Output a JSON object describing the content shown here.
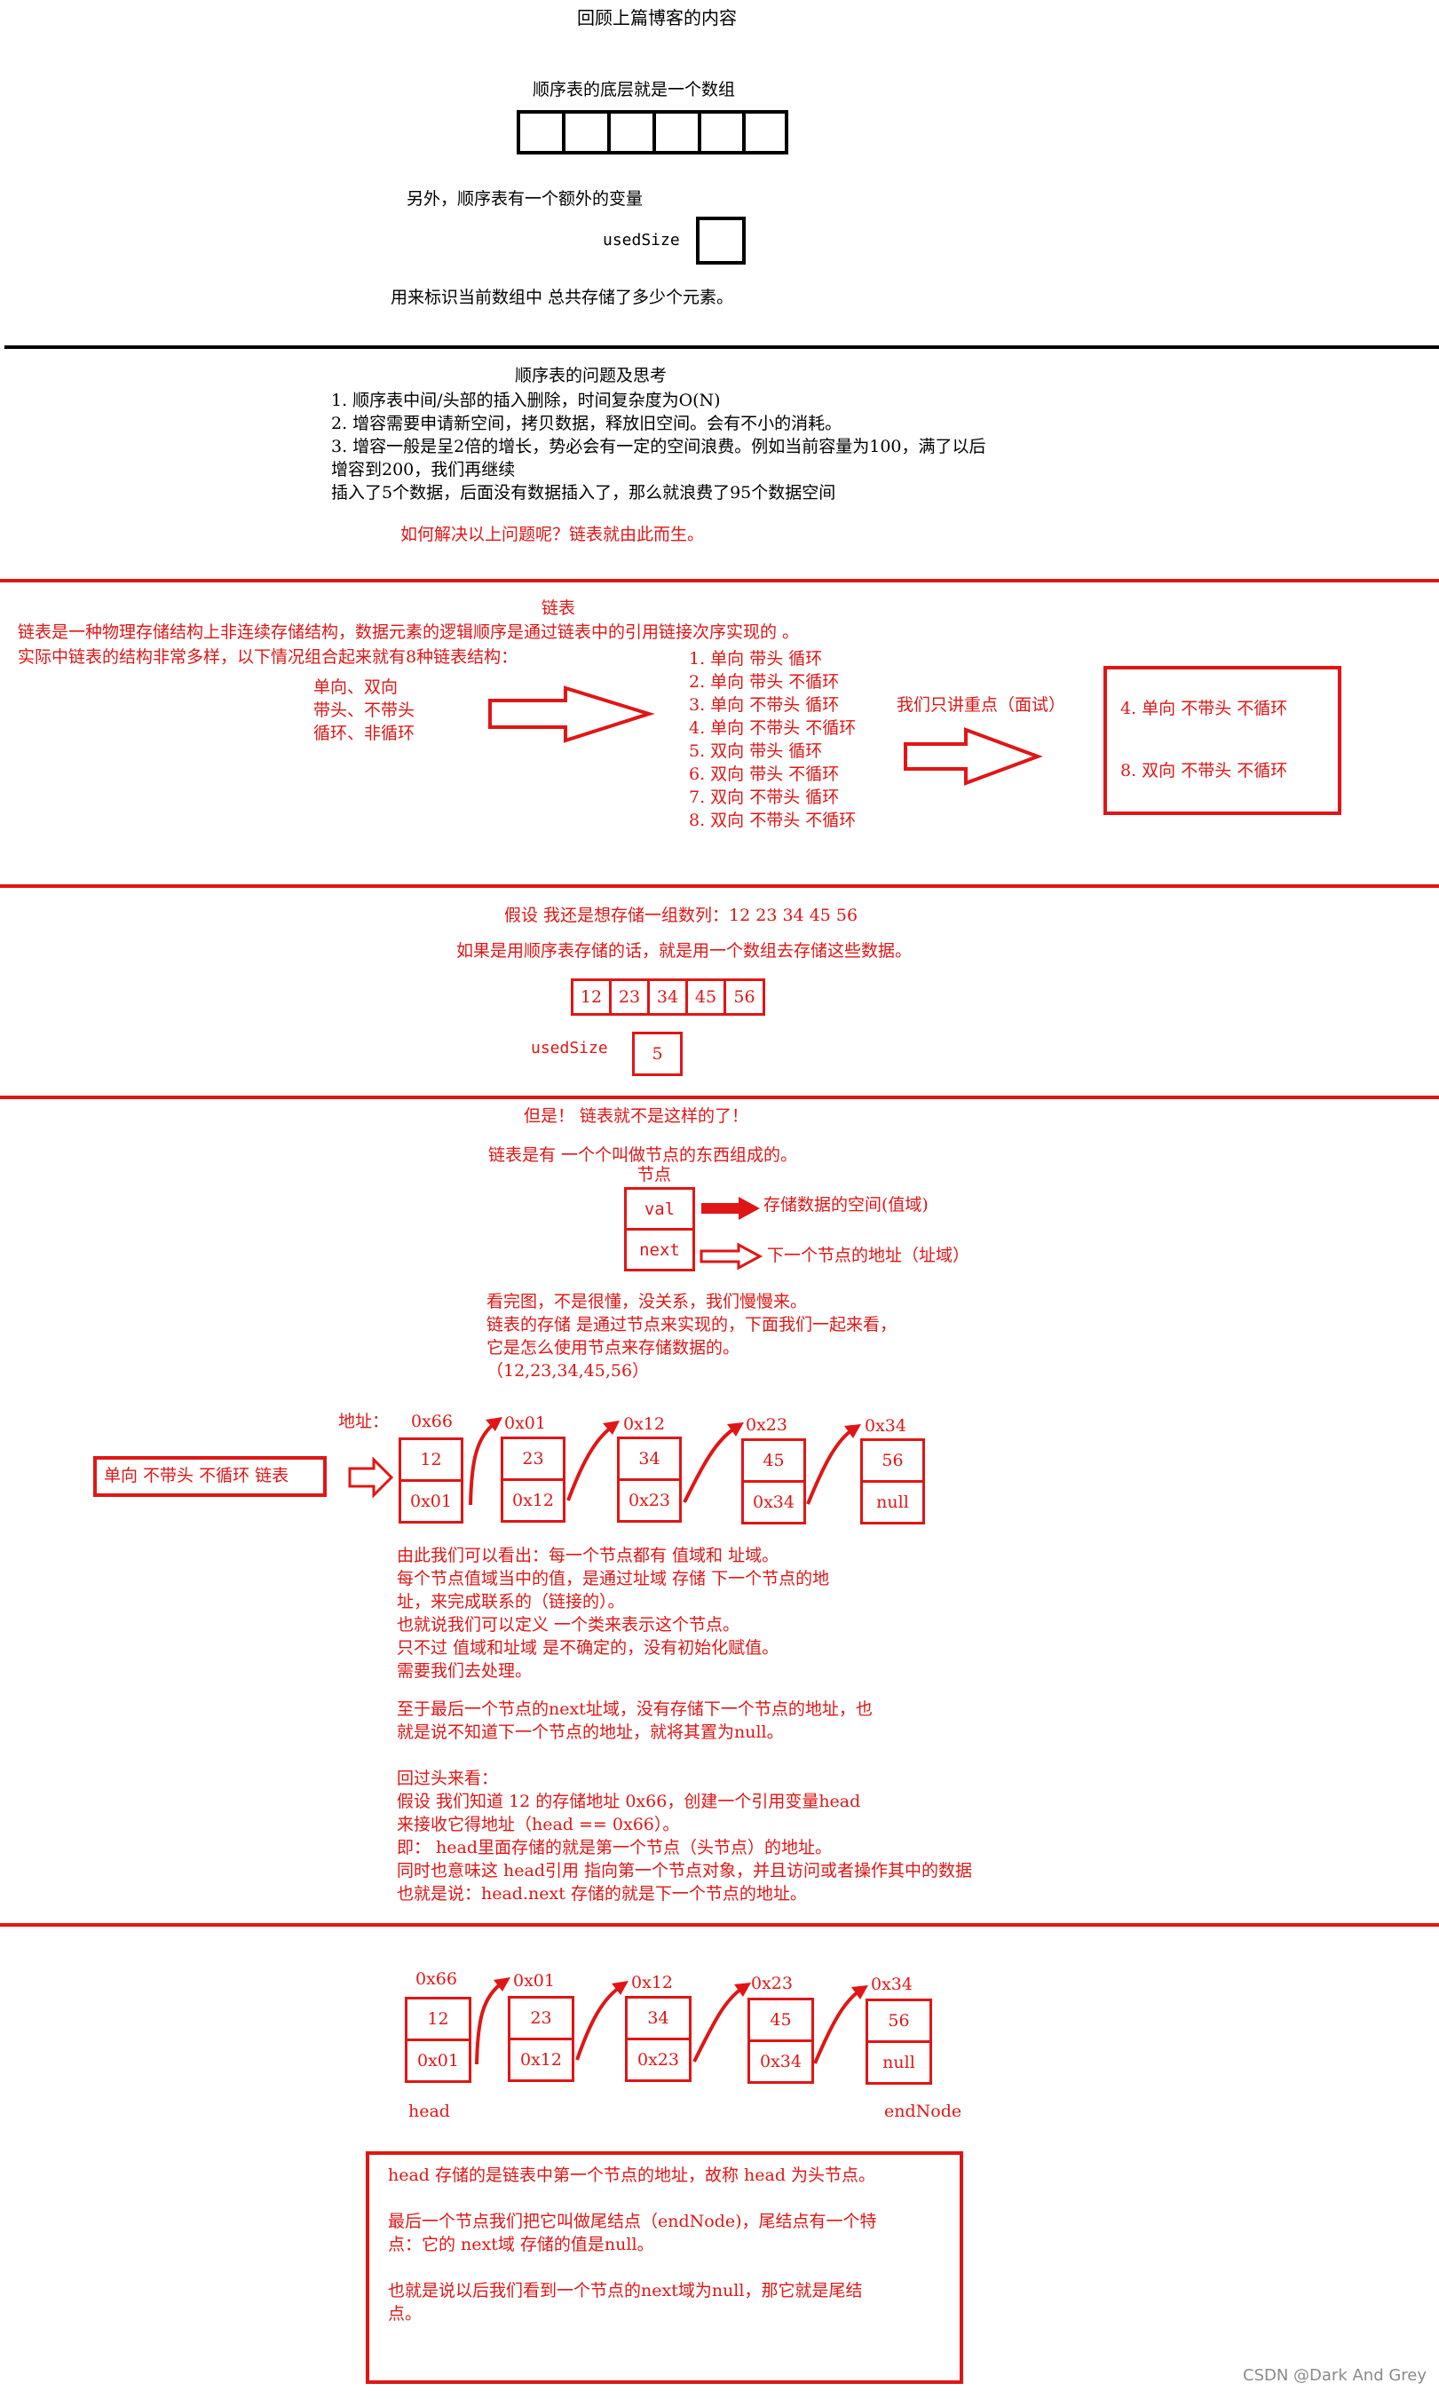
{
  "section1": {
    "title": "回顾上篇博客的内容",
    "array_caption": "顺序表的底层就是一个数组",
    "extra_var_text": "另外，顺序表有一个额外的变量",
    "used_size_label": "usedSize",
    "used_size_desc": "用来标识当前数组中 总共存储了多少个元素。"
  },
  "section2": {
    "title": "顺序表的问题及思考",
    "lines": [
      "1. 顺序表中间/头部的插入删除，时间复杂度为O(N)",
      "2. 增容需要申请新空间，拷贝数据，释放旧空间。会有不小的消耗。",
      "3. 增容一般是呈2倍的增长，势必会有一定的空间浪费。例如当前容量为100，满了以后",
      "增容到200，我们再继续",
      "插入了5个数据，后面没有数据插入了，那么就浪费了95个数据空间"
    ],
    "question": "如何解决以上问题呢？链表就由此而生。"
  },
  "section3": {
    "title": "链表",
    "def_line1": "链表是一种物理存储结构上非连续存储结构，数据元素的逻辑顺序是通过链表中的引用链接次序实现的 。",
    "def_line2": "实际中链表的结构非常多样，以下情况组合起来就有8种链表结构：",
    "combos": [
      "单向、双向",
      "带头、不带头",
      "循环、非循环"
    ],
    "types": [
      "1. 单向 带头 循环",
      "2. 单向 带头 不循环",
      "3. 单向 不带头 循环",
      "4. 单向 不带头 不循环",
      "5. 双向 带头 循环",
      "6. 双向 带头 不循环",
      "7. 双向 不带头 循环",
      "8. 双向 不带头 不循环"
    ],
    "focus_note": "我们只讲重点（面试）",
    "focus_items": [
      "4. 单向 不带头 不循环",
      "8. 双向 不带头 不循环"
    ]
  },
  "section4": {
    "assume": "假设 我还是想存储一组数列：12 23 34 45 56",
    "if_array": "如果是用顺序表存储的话，就是用一个数组去存储这些数据。",
    "array_values": [
      "12",
      "23",
      "34",
      "45",
      "56"
    ],
    "used_size_label": "usedSize",
    "used_size_value": "5"
  },
  "section5": {
    "but": "但是！ 链表就不是这样的了！",
    "composed": "链表是有 一个个叫做节点的东西组成的。",
    "node_label": "节点",
    "node_val": "val",
    "node_next": "next",
    "val_desc": "存储数据的空间(值域)",
    "next_desc": "下一个节点的地址（址域）",
    "explain": [
      "看完图，不是很懂，没关系，我们慢慢来。",
      "链表的存储 是通过节点来实现的，下面我们一起来看，",
      "它是怎么使用节点来存储数据的。",
      "（12,23,34,45,56）"
    ],
    "addr_label": "地址：",
    "list_label": "单向 不带头 不循环 链表",
    "nodes": [
      {
        "addr": "0x66",
        "val": "12",
        "next": "0x01"
      },
      {
        "addr": "0x01",
        "val": "23",
        "next": "0x12"
      },
      {
        "addr": "0x12",
        "val": "34",
        "next": "0x23"
      },
      {
        "addr": "0x23",
        "val": "45",
        "next": "0x34"
      },
      {
        "addr": "0x34",
        "val": "56",
        "next": "null"
      }
    ],
    "para1": [
      "由此我们可以看出：每一个节点都有 值域和 址域。",
      "每个节点值域当中的值，是通过址域 存储 下一个节点的地",
      "址，来完成联系的（链接的）。",
      "也就说我们可以定义 一个类来表示这个节点。",
      "只不过 值域和址域 是不确定的，没有初始化赋值。",
      "需要我们去处理。"
    ],
    "para2": [
      "至于最后一个节点的next址域，没有存储下一个节点的地址，也",
      "就是说不知道下一个节点的地址，就将其置为null。"
    ],
    "para3": [
      "回过头来看：",
      "假设 我们知道 12 的存储地址 0x66，创建一个引用变量head",
      "来接收它得地址（head == 0x66）。",
      "即： head里面存储的就是第一个节点（头节点）的地址。",
      "同时也意味这 head引用 指向第一个节点对象，并且访问或者操作其中的数据",
      "也就是说：head.next 存储的就是下一个节点的地址。"
    ]
  },
  "section6": {
    "nodes": [
      {
        "addr": "0x66",
        "val": "12",
        "next": "0x01"
      },
      {
        "addr": "0x01",
        "val": "23",
        "next": "0x12"
      },
      {
        "addr": "0x12",
        "val": "34",
        "next": "0x23"
      },
      {
        "addr": "0x23",
        "val": "45",
        "next": "0x34"
      },
      {
        "addr": "0x34",
        "val": "56",
        "next": "null"
      }
    ],
    "head_label": "head",
    "end_label": "endNode",
    "summary": [
      "head 存储的是链表中第一个节点的地址，故称 head 为头节点。",
      "",
      "最后一个节点我们把它叫做尾结点（endNode)，尾结点有一个特",
      "点：它的 next域 存储的值是null。",
      "",
      "也就是说以后我们看到一个节点的next域为null，那它就是尾结",
      "点。"
    ]
  },
  "watermark": "CSDN @Dark And Grey",
  "colors": {
    "accent": "#e01616",
    "text": "#000000"
  }
}
